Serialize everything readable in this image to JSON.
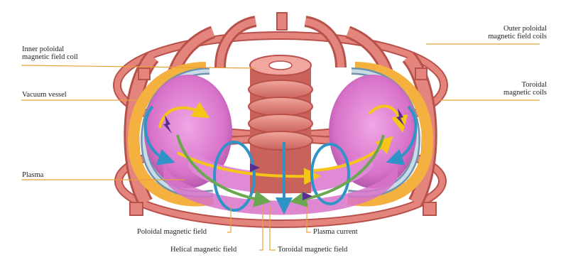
{
  "labels": {
    "inner_poloidal": [
      "Inner poloidal",
      "magnetic field coil"
    ],
    "vacuum_vessel": "Vacuum vessel",
    "plasma": "Plasma",
    "outer_poloidal": [
      "Outer poloidal",
      "magnetic field coils"
    ],
    "toroidal_coils": [
      "Toroidal",
      "magnetic coils"
    ],
    "poloidal_field": "Poloidal magnetic field",
    "plasma_current": "Plasma current",
    "helical_field": "Helical magnetic field",
    "toroidal_field": "Toroidal magnetic field"
  },
  "colors": {
    "coil": "#e4857d",
    "coil_dark": "#b9514b",
    "vessel": "#6f93ad",
    "vessel_light": "#c9dbe6",
    "plasma": "#d873c9",
    "plasma_dark": "#a94ea0",
    "yellow_arrow": "#f5c518",
    "blue_arrow": "#2f93c8",
    "green_arrow": "#6aa84f",
    "purple_arrow": "#5b2d8e",
    "orange_band": "#f4b13f",
    "leader": "#e8a038"
  }
}
